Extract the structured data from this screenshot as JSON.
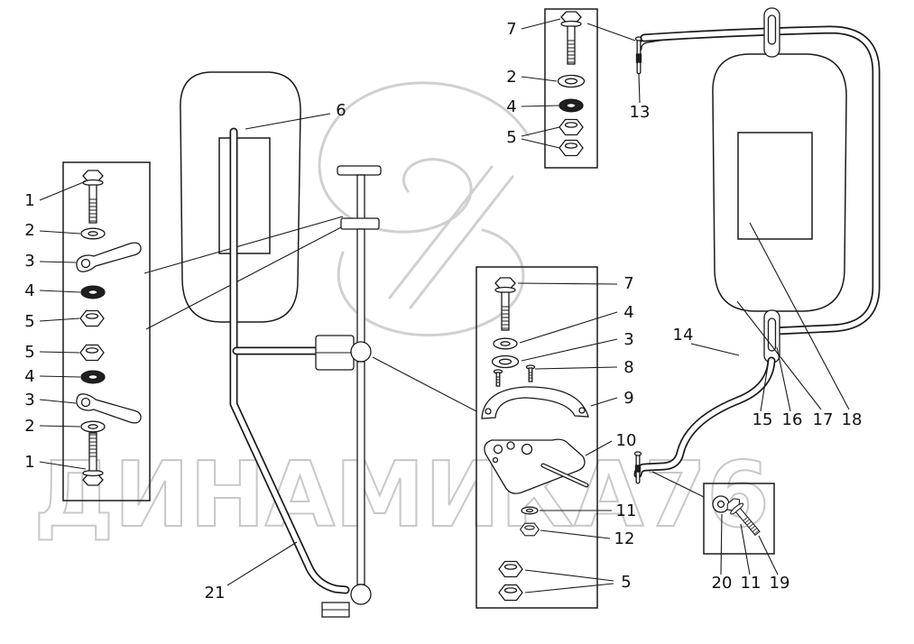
{
  "watermark": {
    "brand": "ДИНАМИКА76"
  },
  "colors": {
    "ink": "#1a1a1a",
    "watermark": "#c8c8c8",
    "background": "#ffffff"
  },
  "labels": {
    "left": [
      "1",
      "2",
      "3",
      "4",
      "5",
      "5",
      "4",
      "3",
      "2",
      "1"
    ],
    "mirror_rod": "6",
    "top_box": [
      "7",
      "2",
      "4",
      "5"
    ],
    "clip": "13",
    "center_box": [
      "7",
      "4",
      "3",
      "8",
      "9",
      "10",
      "11",
      "12",
      "5"
    ],
    "arm": "14",
    "frame_row": [
      "15",
      "16",
      "17",
      "18"
    ],
    "lower_arm": "21",
    "corner_box": [
      "20",
      "11",
      "19"
    ]
  }
}
